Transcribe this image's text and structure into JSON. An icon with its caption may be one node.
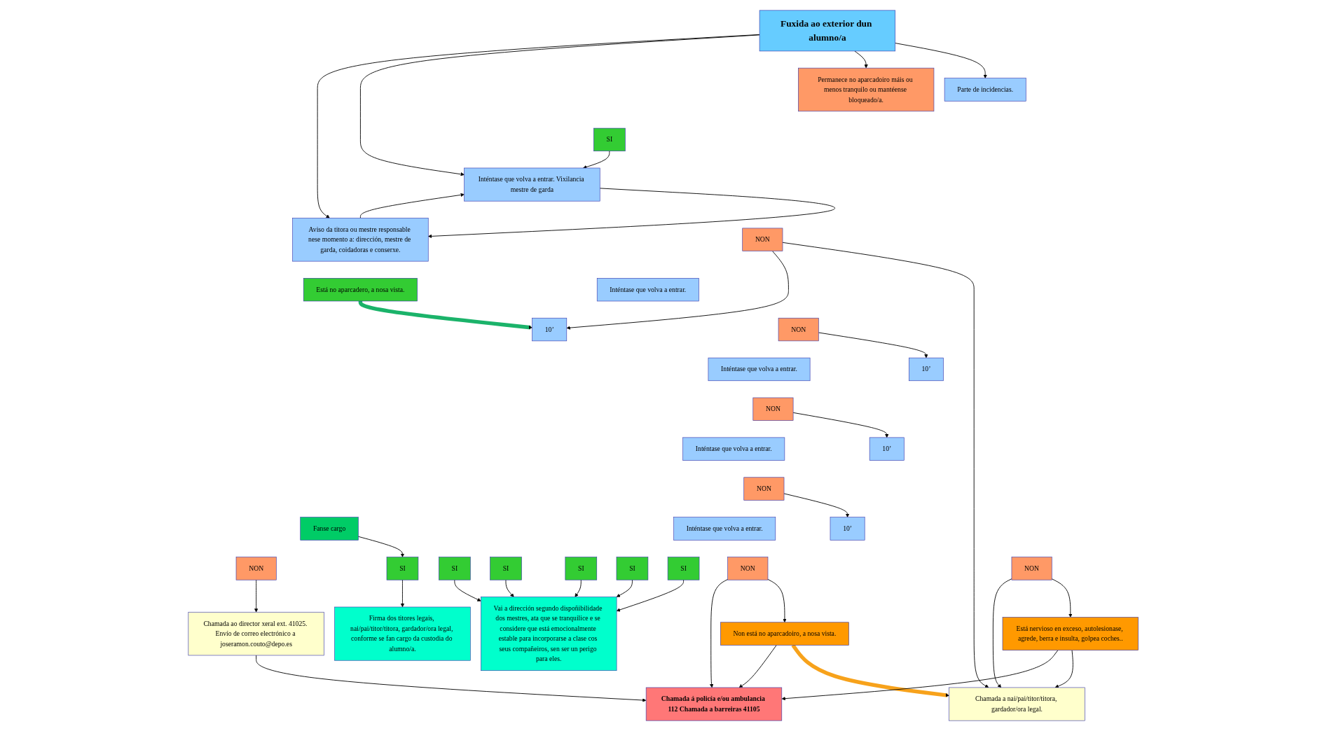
{
  "diagram": {
    "nodes": [
      {
        "text": [
          "Está nervioso en exceso, autolesionase, agrede, berra e insulta, golpea coches.."
        ]
      },
      {
        "text": [
          "Fuxida ao exterior dun alumno/a"
        ]
      },
      {
        "text": [
          "Parte de incidencias."
        ]
      },
      {
        "text": [
          "Permanece no aparcadoiro máis ou menos tranquilo ou mantéense bloqueado/a."
        ]
      },
      {
        "text": [
          "NON"
        ]
      },
      {
        "text": [
          "SI"
        ]
      },
      {
        "text": [
          "Inténtase que volva a entrar. Vixilancia mestre de garda"
        ]
      },
      {
        "text": [
          "Aviso da titora ou mestre responsable nese momento a: dirección, mestre de garda, coidadoras e conserxe."
        ]
      },
      {
        "text": [
          "Chamada a nai/pai/titor/titora, gardador/ora legal."
        ]
      },
      {
        "text": [
          "NON"
        ]
      },
      {
        "text": [
          "SI"
        ]
      },
      {
        "text": [
          "Firma dos titores legais, nai/pai/titor/titora, gardador/ora legal, conforme se fan cargo da custodia do alumno/a."
        ]
      },
      {
        "text": [
          "Non está no aparcadoiro, a nosa vista."
        ]
      },
      {
        "text": [
          "Está no aparcadero, a nosa vista."
        ]
      },
      {
        "text": [
          "10’"
        ]
      },
      {
        "text": [
          "Inténtase que volva a entrar."
        ]
      },
      {
        "text": [
          "Vai a dirección segundo dispoñibilidade dos mestres, ata que se tranquilice e se considere que está emocionalmente estable para incorporarse a clase cos seus compañeiros, sen ser un perigo para eles."
        ]
      },
      {
        "text": [
          "SI"
        ]
      },
      {
        "text": [
          "Fanse cargo"
        ]
      },
      {
        "text": [
          "NON"
        ]
      },
      {
        "text": [
          "SI"
        ]
      },
      {
        "text": [
          "NON"
        ]
      },
      {
        "text": [
          "10’"
        ]
      },
      {
        "text": [
          "Inténtase que volva a entrar."
        ]
      },
      {
        "text": [
          "NON"
        ]
      },
      {
        "text": [
          "SI"
        ]
      },
      {
        "text": [
          "Chamada ao director xeral ext. 41025. Envío de correo electrónico a joseramon.couto@depo.es"
        ]
      },
      {
        "text": [
          "10’"
        ]
      },
      {
        "text": [
          "Inténtase que volva a entrar."
        ]
      },
      {
        "text": [
          "NON"
        ]
      },
      {
        "text": [
          "SI"
        ]
      },
      {
        "text": [
          "Chamada á policía e/ou ambulancia 112 Chamada a barreiras 41105"
        ]
      },
      {
        "text": [
          "10’"
        ]
      },
      {
        "text": [
          "Inténtase que volva a entrar."
        ]
      },
      {
        "text": [
          "NON"
        ]
      },
      {
        "text": [
          "SI"
        ]
      }
    ],
    "edges": [
      {
        "from": 1,
        "to": 2,
        "arrow": "to"
      },
      {
        "from": 1,
        "to": 3,
        "arrow": "to"
      },
      {
        "from": 1,
        "to": 6,
        "arrow": "to"
      },
      {
        "from": 1,
        "to": 7,
        "arrow": "to"
      },
      {
        "from": 6,
        "to": 7,
        "arrow": "to"
      },
      {
        "from": 7,
        "to": 6,
        "arrow": "to"
      },
      {
        "from": 4,
        "to": 0,
        "arrow": "to"
      },
      {
        "from": 4,
        "to": 8,
        "arrow": "to"
      },
      {
        "from": 5,
        "to": 6,
        "arrow": "to"
      },
      {
        "from": 0,
        "to": 8,
        "arrow": "to"
      },
      {
        "from": 9,
        "to": 8,
        "arrow": "to"
      },
      {
        "from": 12,
        "to": 8,
        "arrow": "to",
        "style": "thick",
        "color": "#f7a21b"
      },
      {
        "from": 13,
        "to": 14,
        "arrow": "to",
        "style": "thick",
        "color": "#1bb36a"
      },
      {
        "from": 9,
        "to": 14,
        "arrow": "to"
      },
      {
        "from": 10,
        "to": 16,
        "arrow": "to"
      },
      {
        "from": 18,
        "to": 17,
        "arrow": "to"
      },
      {
        "from": 17,
        "to": 11,
        "arrow": "to"
      },
      {
        "from": 20,
        "to": 16,
        "arrow": "to"
      },
      {
        "from": 19,
        "to": 22,
        "arrow": "to"
      },
      {
        "from": 21,
        "to": 26,
        "arrow": "to"
      },
      {
        "from": 25,
        "to": 16,
        "arrow": "to"
      },
      {
        "from": 24,
        "to": 27,
        "arrow": "to"
      },
      {
        "from": 30,
        "to": 16,
        "arrow": "to"
      },
      {
        "from": 29,
        "to": 32,
        "arrow": "to"
      },
      {
        "from": 26,
        "to": 31,
        "arrow": "to"
      },
      {
        "from": 12,
        "to": 31,
        "arrow": "to"
      },
      {
        "from": 34,
        "to": 12,
        "arrow": "to"
      },
      {
        "from": 34,
        "to": 31,
        "arrow": "to"
      },
      {
        "from": 35,
        "to": 16,
        "arrow": "to"
      },
      {
        "from": 0,
        "to": 31,
        "arrow": "to"
      }
    ]
  }
}
